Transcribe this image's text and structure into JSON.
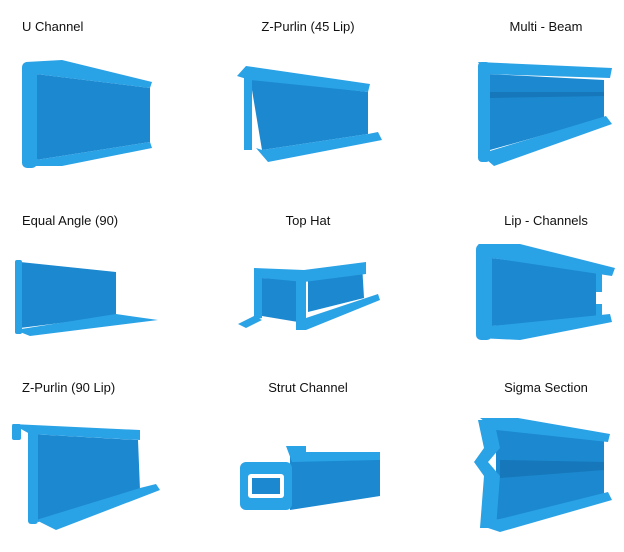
{
  "profiles": [
    {
      "label": "U Channel"
    },
    {
      "label": "Z-Purlin (45 Lip)"
    },
    {
      "label": "Multi - Beam"
    },
    {
      "label": "Equal Angle (90)"
    },
    {
      "label": "Top Hat"
    },
    {
      "label": "Lip - Channels"
    },
    {
      "label": "Z-Purlin (90 Lip)"
    },
    {
      "label": "Strut Channel"
    },
    {
      "label": "Sigma Section"
    }
  ],
  "colors": {
    "face": "#1b88cf",
    "edge": "#2aa2e6",
    "shade": "#1677ba"
  }
}
